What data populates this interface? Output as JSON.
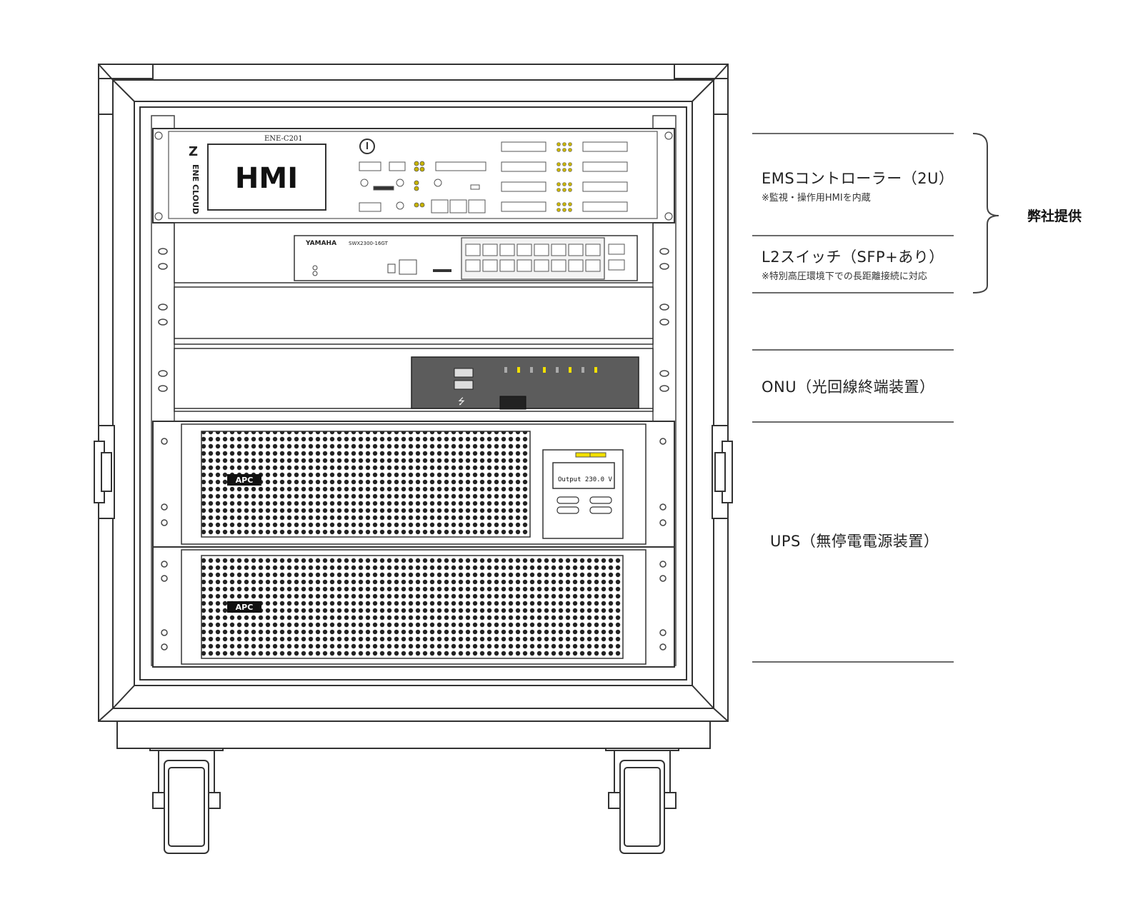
{
  "equipment": {
    "ems": {
      "model": "ENE-C201",
      "screen": "HMI",
      "brand": "ENE CLOUD"
    },
    "switch": {
      "brand": "YAMAHA",
      "model": "SWX2300-16GT"
    },
    "ups": {
      "brand": "APC",
      "display": "Output 230.0 V"
    }
  },
  "labels": {
    "ems": {
      "title": "EMSコントローラー（2U）",
      "note": "※監視・操作用HMIを内蔵"
    },
    "switch": {
      "title": "L2スイッチ（SFP+あり）",
      "note": "※特別高圧環境下での長距離接続に対応"
    },
    "onu": {
      "title": "ONU（光回線終端装置）"
    },
    "ups": {
      "title": "UPS（無停電電源装置）"
    },
    "provider": "弊社提供"
  }
}
